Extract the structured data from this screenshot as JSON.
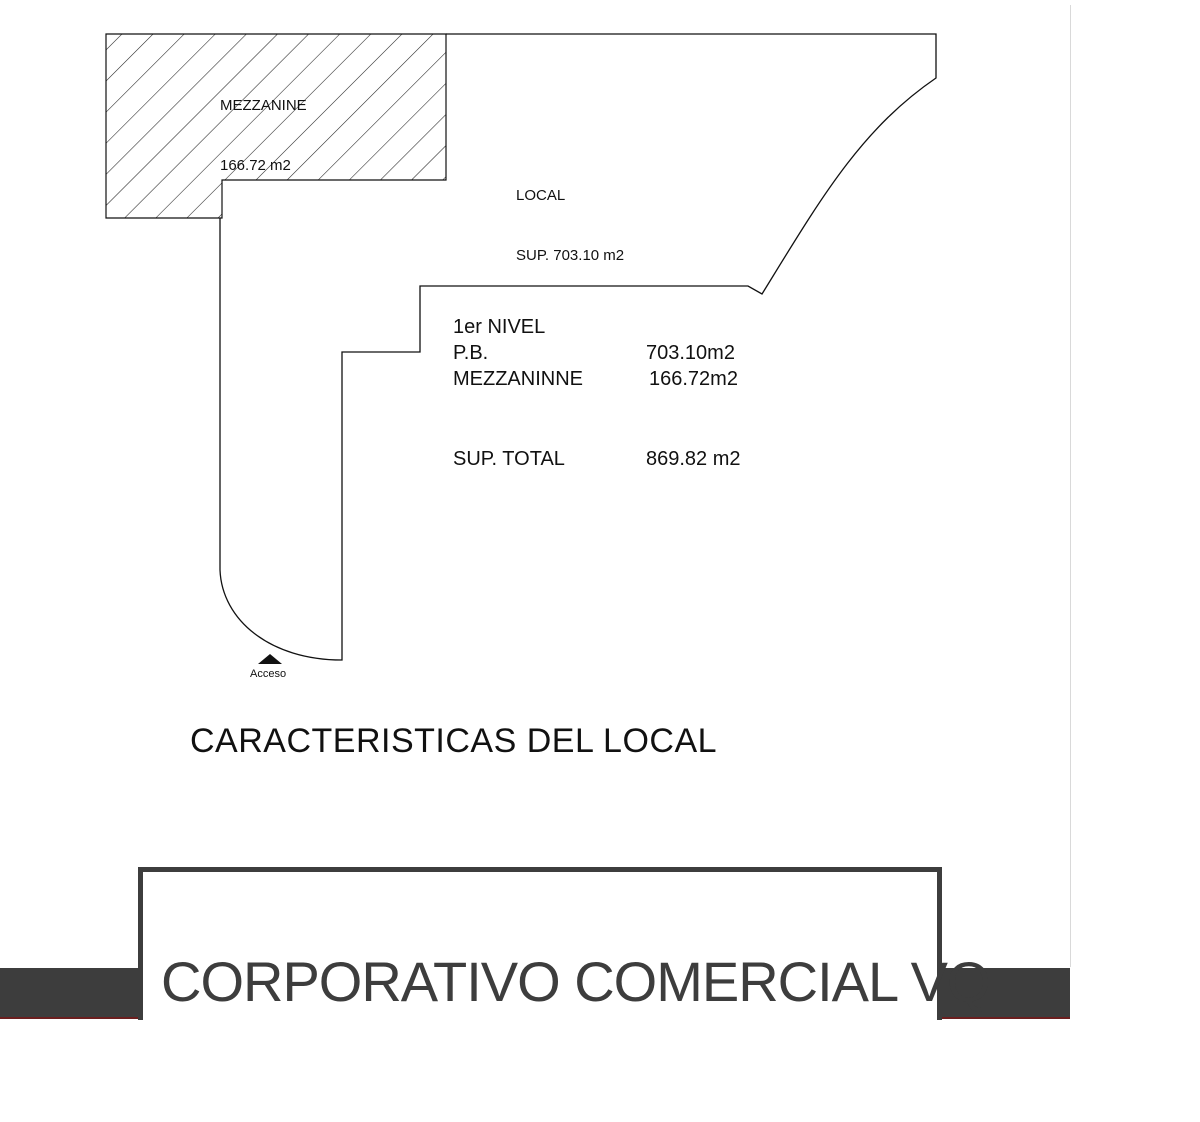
{
  "plan": {
    "mezzanine": {
      "name": "MEZZANINE",
      "area": "166.72 m2"
    },
    "local": {
      "name": "LOCAL",
      "area": "SUP. 703.10 m2"
    },
    "access_label": "Acceso"
  },
  "summary": {
    "level": "1er NIVEL",
    "rows": [
      {
        "label": "P.B.",
        "value": "703.10m2"
      },
      {
        "label": "MEZZANINNE",
        "value": "166.72m2"
      }
    ],
    "total": {
      "label": "SUP. TOTAL",
      "value": "869.82 m2"
    }
  },
  "section_title": "CARACTERISTICAS DEL LOCAL",
  "banner_title": "CORPORATIVO COMERCIAL VQ",
  "colors": {
    "line": "#111111",
    "banner": "#3d3d3d",
    "accent_line": "#6b1f1f"
  }
}
